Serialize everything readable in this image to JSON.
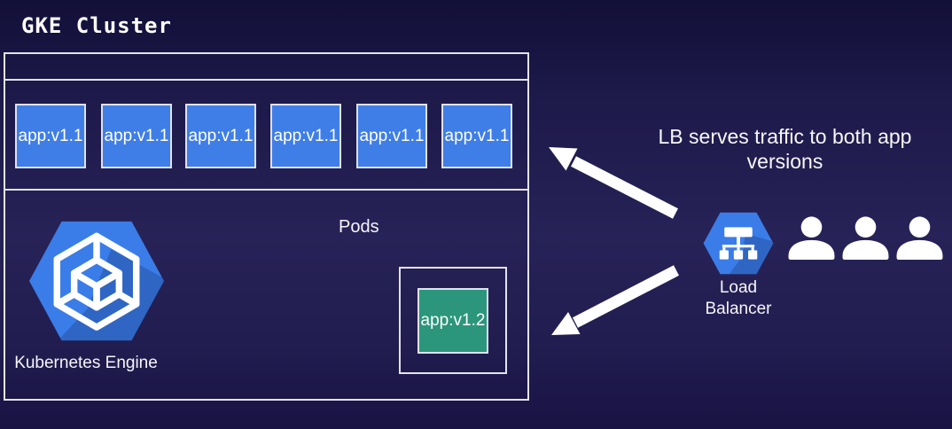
{
  "title": "GKE Cluster",
  "colors": {
    "background": "#1e1a4b",
    "pod_blue": "#3f7ee6",
    "pod_green": "#2b967b",
    "hexagon_blue": "#3a7de9",
    "border_light": "#e3e4ef",
    "text": "#ffffff"
  },
  "cluster": {
    "pods": [
      {
        "label": "app:v1.1"
      },
      {
        "label": "app:v1.1"
      },
      {
        "label": "app:v1.1"
      },
      {
        "label": "app:v1.1"
      },
      {
        "label": "app:v1.1"
      },
      {
        "label": "app:v1.1"
      }
    ],
    "pods_section_label": "Pods",
    "engine_label": "Kubernetes Engine",
    "v12_pod": {
      "label": "app:v1.2"
    }
  },
  "right": {
    "caption_lines": [
      "LB serves traffic to both app",
      "versions"
    ],
    "load_balancer": {
      "lines": [
        "Load",
        "Balancer"
      ]
    },
    "icons": {
      "load_balancer": "load-balancer-hexagon-icon",
      "kubernetes_engine": "gke-hexagon-cube-icon",
      "user": "user-icon",
      "arrows": [
        "arrow-to-v11-pods-icon",
        "arrow-to-v12-pod-icon"
      ]
    },
    "user_icon_count": 3
  }
}
